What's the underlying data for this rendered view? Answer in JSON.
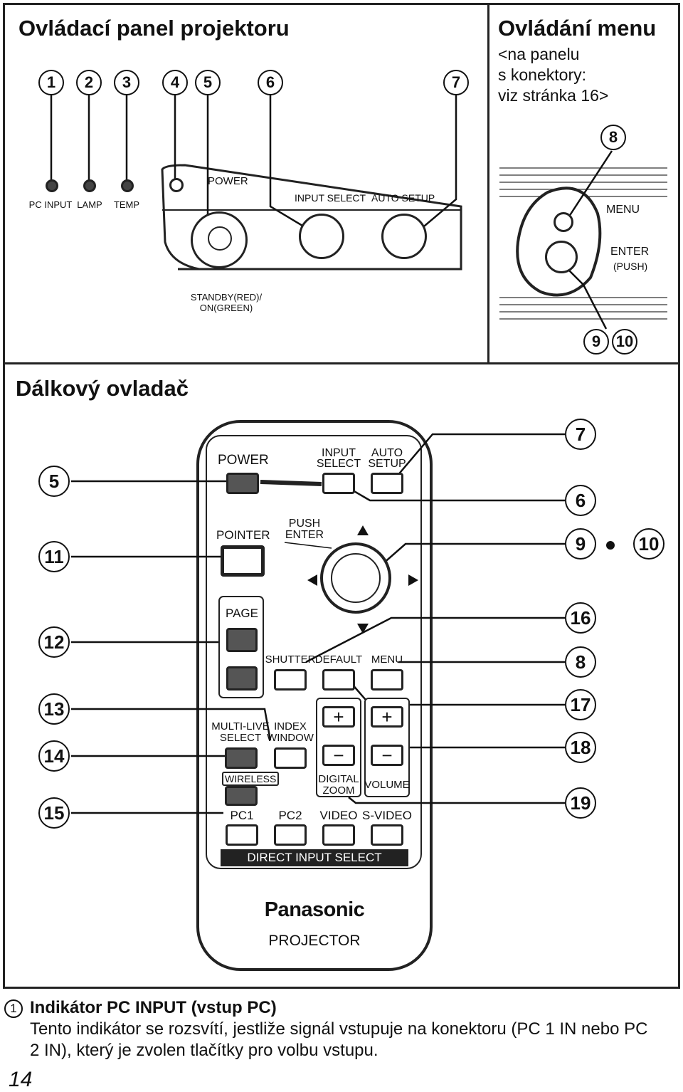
{
  "top_left": {
    "title": "Ovládací panel projektoru",
    "callouts": [
      "1",
      "2",
      "3",
      "4",
      "5",
      "6",
      "7"
    ],
    "indicators": {
      "pc_input": "PC INPUT",
      "lamp": "LAMP",
      "temp": "TEMP"
    },
    "power": "POWER",
    "input_select": "INPUT SELECT",
    "auto_setup": "AUTO SETUP",
    "standby_line1": "STANDBY(RED)/",
    "standby_line2": "ON(GREEN)"
  },
  "top_right": {
    "title": "Ovládání menu",
    "sub_line1": "<na panelu",
    "sub_line2": "s konektory:",
    "sub_line3": "viz stránka 16>",
    "callout_menu": "8",
    "callout_enter_a": "9",
    "callout_enter_b": "10",
    "menu": "MENU",
    "enter": "ENTER",
    "push": "(PUSH)"
  },
  "remote": {
    "title": "Dálkový ovladač",
    "left_callouts": [
      "5",
      "11",
      "12",
      "13",
      "14",
      "15"
    ],
    "right_callouts": [
      "7",
      "6",
      "9",
      "10",
      "16",
      "8",
      "17",
      "18",
      "19"
    ],
    "power": "POWER",
    "input_select_1": "INPUT",
    "input_select_2": "SELECT",
    "auto_setup_1": "AUTO",
    "auto_setup_2": "SETUP",
    "pointer": "POINTER",
    "push_enter_1": "PUSH",
    "push_enter_2": "ENTER",
    "page": "PAGE",
    "shutter": "SHUTTER",
    "default": "DEFAULT",
    "menu": "MENU",
    "multi_live_1": "MULTI-LIVE",
    "multi_live_2": "SELECT",
    "index_1": "INDEX",
    "index_2": "WINDOW",
    "wireless": "WIRELESS",
    "digital_1": "DIGITAL",
    "digital_2": "ZOOM",
    "volume": "VOLUME",
    "pc1": "PC1",
    "pc2": "PC2",
    "video": "VIDEO",
    "svideo": "S-VIDEO",
    "direct": "DIRECT INPUT SELECT",
    "brand": "Panasonic",
    "brand_sub": "PROJECTOR"
  },
  "description": {
    "number": "1",
    "heading": "Indikátor PC INPUT (vstup PC)",
    "line1": "Tento indikátor se rozsvítí, jestliže signál vstupuje na konektoru (PC 1 IN nebo PC",
    "line2": "2 IN), který je zvolen tlačítky pro volbu vstupu."
  },
  "page_number": "14"
}
